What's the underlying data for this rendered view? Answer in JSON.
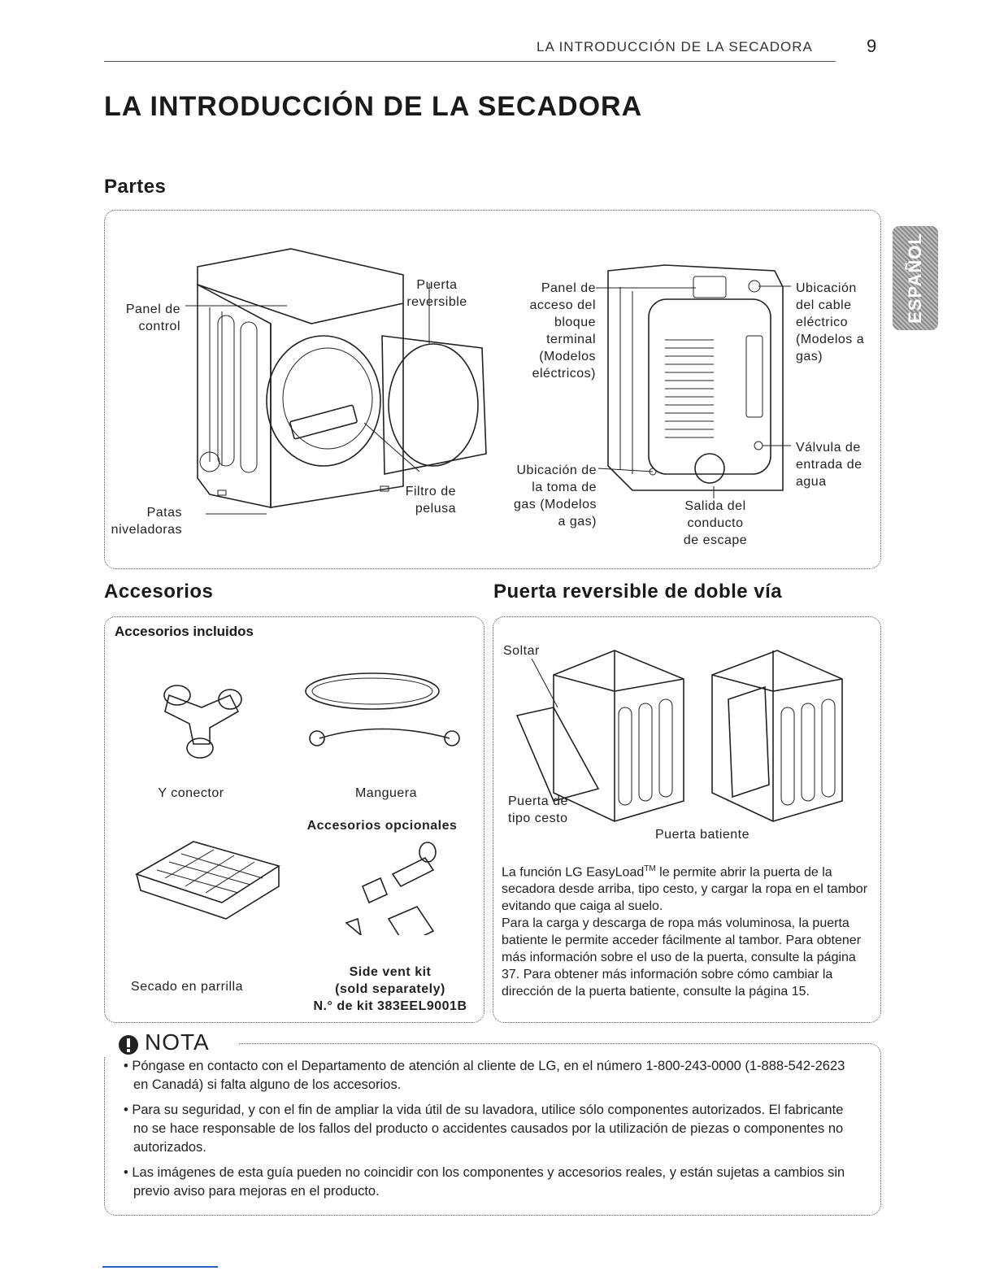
{
  "header": {
    "running_title": "LA INTRODUCCIÓN DE LA SECADORA",
    "page_number": "9"
  },
  "page_title": "LA INTRODUCCIÓN DE LA SECADORA",
  "side_tab": "ESPAÑOL",
  "parts": {
    "title": "Partes",
    "labels": {
      "control_panel": "Panel de\ncontrol",
      "reversible_door": "Puerta\nreversible",
      "leveling_feet": "Patas\nniveladoras",
      "lint_filter": "Filtro de\npelusa",
      "terminal_block": "Panel de\nacceso del\nbloque\nterminal\n(Modelos\neléctricos)",
      "power_cord": "Ubicación\ndel cable\neléctrico\n(Modelos a\ngas)",
      "water_inlet": "Válvula de\nentrada de\nagua",
      "gas_inlet": "Ubicación de\nla toma de\ngas (Modelos\na gas)",
      "exhaust": "Salida del\nconducto\nde escape"
    }
  },
  "accessories": {
    "title": "Accesorios",
    "included_title": "Accesorios incluidos",
    "y_connector": "Y conector",
    "hose": "Manguera",
    "optional_title": "Accesorios opcionales",
    "drying_rack": "Secado en parrilla",
    "side_vent_kit": "Side vent kit\n(sold separately)\nN.° de kit 383EEL9001B"
  },
  "reversible": {
    "title": "Puerta reversible de doble vía",
    "release_label": "Soltar",
    "basket_door": "Puerta de\ntipo cesto",
    "swing_door": "Puerta batiente",
    "description_part1": "La función LG EasyLoad",
    "trademark": "TM",
    "description_part2": " le permite abrir la puerta de la secadora desde arriba, tipo cesto, y cargar la ropa en el tambor evitando que caiga al suelo.\nPara la carga y descarga de ropa más voluminosa, la puerta batiente le permite acceder fácilmente al tambor. Para obtener más información sobre el uso de la puerta, consulte la página 37. Para obtener más información sobre cómo cambiar la dirección de la puerta batiente, consulte la página 15."
  },
  "note": {
    "title": "NOTA",
    "bullets": [
      "Póngase en contacto con el Departamento de atención al cliente de LG, en el número 1-800-243-0000 (1-888-542-2623 en Canadá) si falta alguno de los accesorios.",
      "Para su seguridad, y con el fin de ampliar la vida útil de su lavadora, utilice sólo componentes autorizados. El fabricante no se hace responsable de los fallos del producto o accidentes causados por la utilización de piezas o componentes no autorizados.",
      "Las imágenes de esta guía pueden no coincidir con los componentes y accesorios reales, y están sujetas a cambios sin previo aviso para mejoras en el producto."
    ]
  },
  "colors": {
    "text": "#1a1a1a",
    "side_tab": "#9a9a9a",
    "footer_line": "#2a5fc4"
  }
}
